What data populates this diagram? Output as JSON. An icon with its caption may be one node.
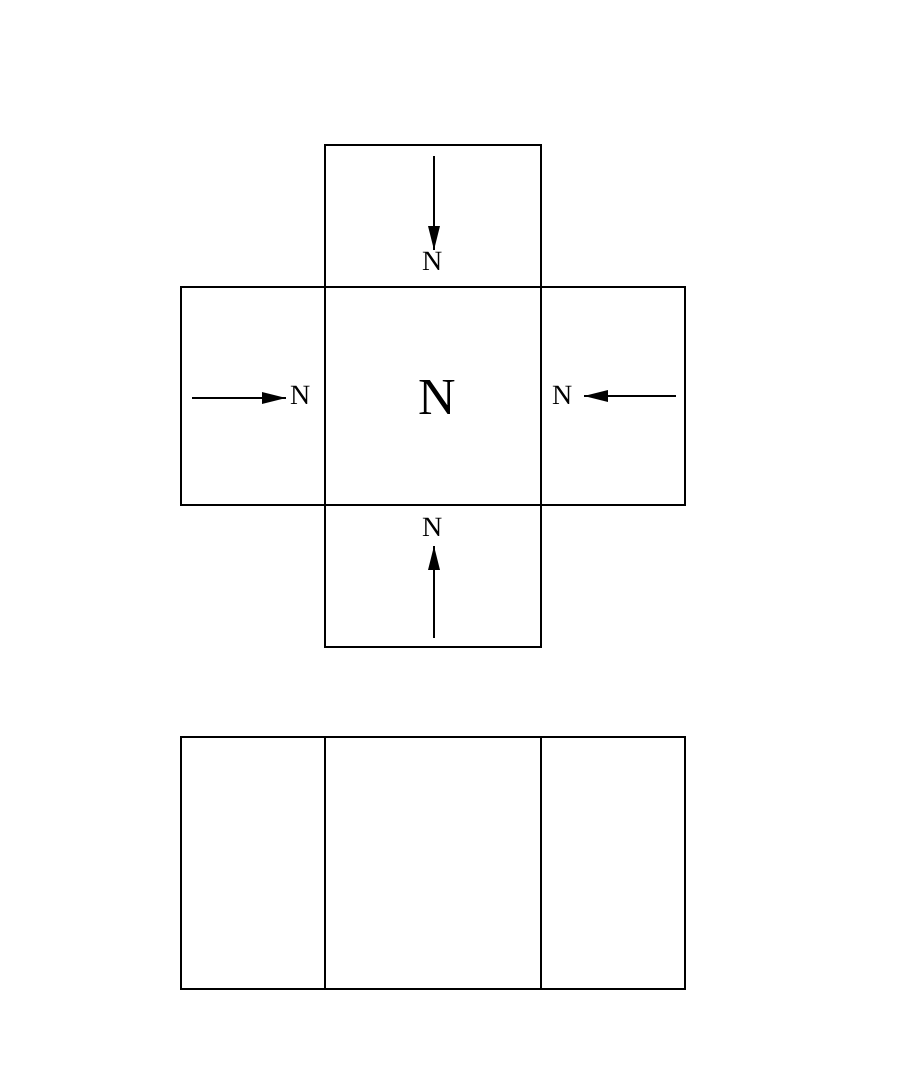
{
  "diagram": {
    "nodes": [
      {
        "text": [
          "N"
        ]
      },
      {
        "text": [
          "N"
        ]
      },
      {
        "text": [
          "N"
        ]
      },
      {
        "text": [
          "N"
        ]
      },
      {
        "text": [
          "N"
        ]
      },
      {
        "text": [],
        "shape": "box"
      },
      {
        "text": [],
        "shape": "box"
      },
      {
        "text": [],
        "shape": "box"
      }
    ]
  }
}
